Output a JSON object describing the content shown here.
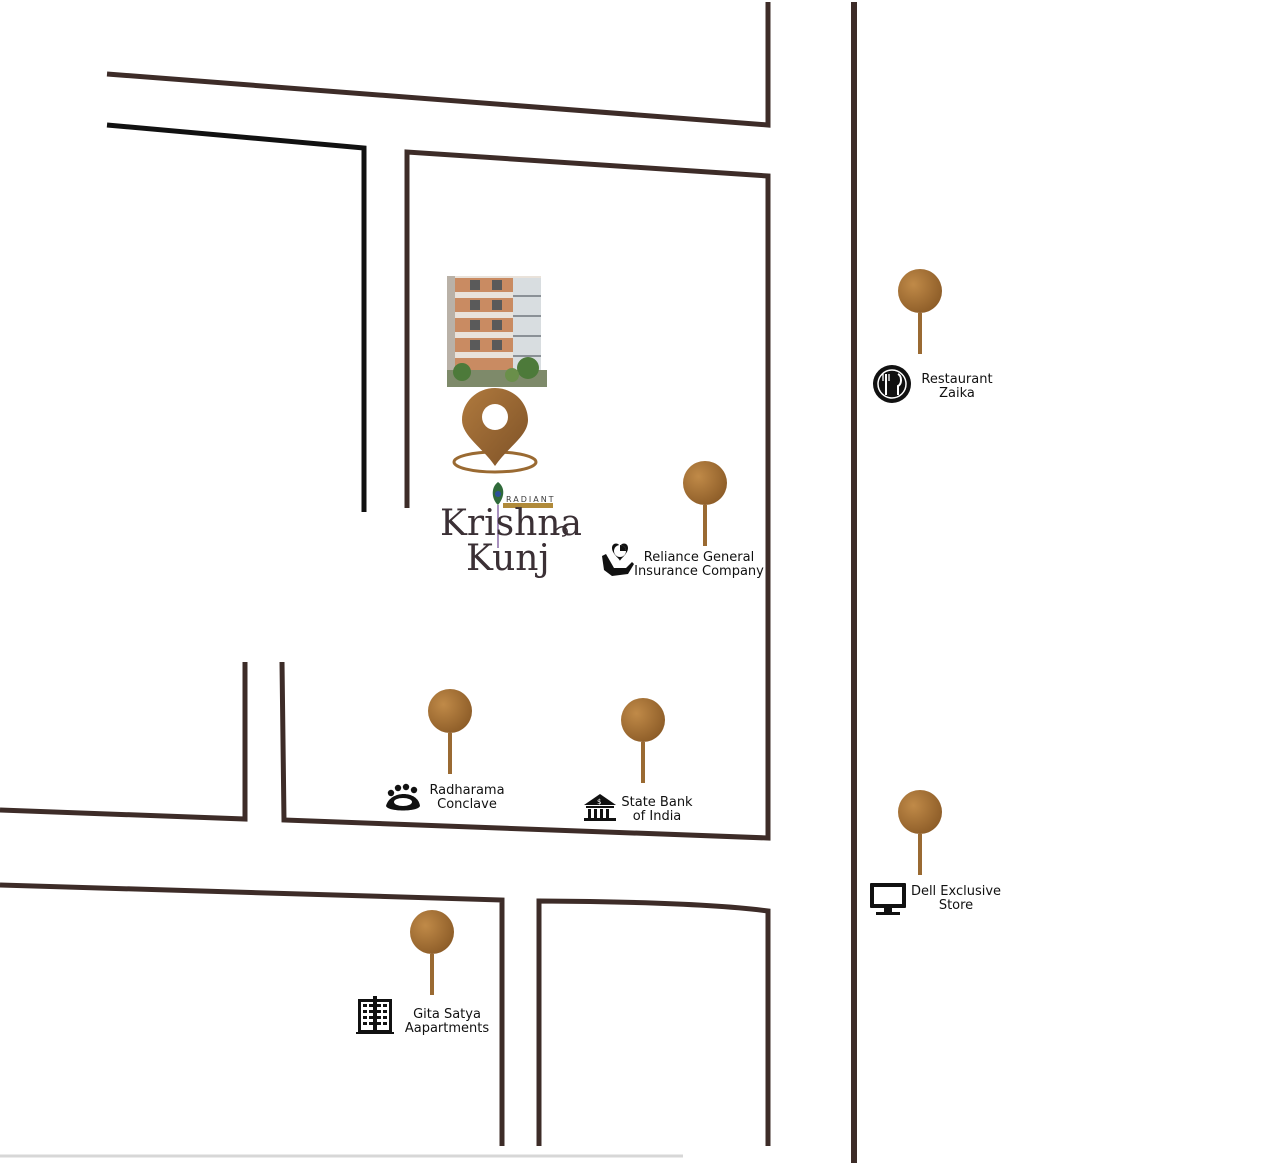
{
  "colors": {
    "road": "#3d2c28",
    "road_dark": "#111111",
    "pin": "#9a6a32",
    "pin_light": "#b88440",
    "icon": "#111111",
    "building_shadow": "#c9c9c9"
  },
  "project": {
    "brand": "RADIANT",
    "name_line1": "Krishna",
    "name_line2": "Kunj",
    "marker_icon": "location-pin-icon"
  },
  "places": [
    {
      "id": "restaurant-zaika",
      "line1": "Restaurant",
      "line2": "Zaika",
      "icon": "restaurant-icon"
    },
    {
      "id": "reliance-general",
      "line1": "Reliance General",
      "line2": "Insurance Company",
      "icon": "insurance-hand-icon"
    },
    {
      "id": "radharama-conclave",
      "line1": "Radharama",
      "line2": "Conclave",
      "icon": "community-icon"
    },
    {
      "id": "state-bank",
      "line1": "State Bank",
      "line2": "of India",
      "icon": "bank-icon"
    },
    {
      "id": "dell-store",
      "line1": "Dell Exclusive",
      "line2": "Store",
      "icon": "monitor-icon"
    },
    {
      "id": "gita-satya",
      "line1": "Gita Satya",
      "line2": "Aapartments",
      "icon": "apartment-icon"
    }
  ]
}
